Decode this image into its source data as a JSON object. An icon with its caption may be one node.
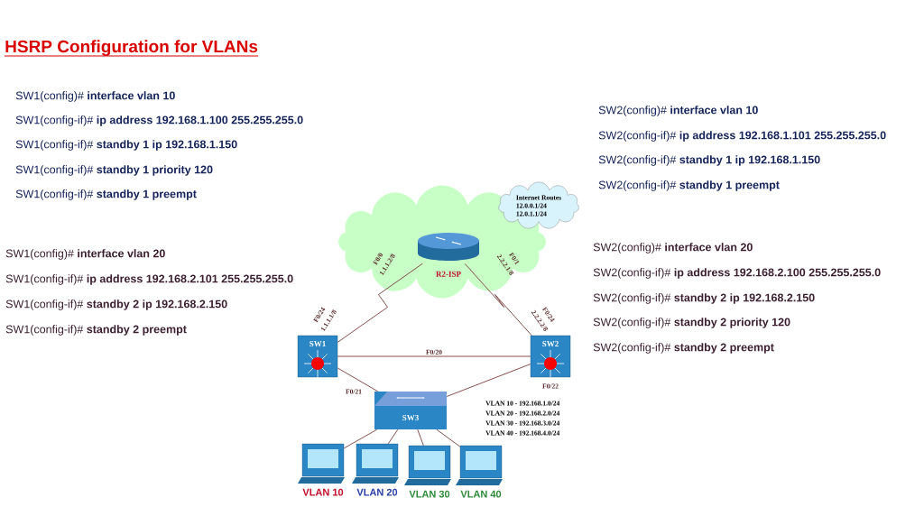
{
  "diagram": {
    "title": "HSRP Configuration for VLANs",
    "nodes": [
      {
        "text": [
          "Internet Routes",
          "12.0.0.1/24",
          "12.0.1.1/24"
        ]
      },
      {
        "text": [],
        "shape": "cloud"
      },
      {
        "text": [
          "R2-ISP"
        ],
        "in": 1
      },
      {
        "text": [
          "SW1"
        ]
      },
      {
        "text": [
          "SW2"
        ]
      },
      {
        "text": [
          "SW3"
        ]
      },
      {
        "text": [
          "VLAN 10"
        ]
      },
      {
        "text": [
          "VLAN 20"
        ]
      },
      {
        "text": [
          "VLAN 30"
        ]
      },
      {
        "text": [
          "VLAN 40"
        ]
      }
    ],
    "edges": [
      {
        "from": 3,
        "to": 2,
        "arrow": "none"
      },
      {
        "from": 2,
        "to": 4,
        "arrow": "none"
      },
      {
        "from": 3,
        "to": 4,
        "arrow": "none",
        "label": "F0/20"
      },
      {
        "from": 3,
        "to": 5,
        "arrow": "none"
      },
      {
        "from": 4,
        "to": 5,
        "arrow": "none"
      },
      {
        "from": 5,
        "to": 6,
        "arrow": "none"
      },
      {
        "from": 5,
        "to": 7,
        "arrow": "none"
      },
      {
        "from": 5,
        "to": 8,
        "arrow": "none"
      },
      {
        "from": 5,
        "to": 9,
        "arrow": "none"
      }
    ],
    "labels": [
      "SW1(config)# **interface vlan 10**",
      "SW1(config-if)# **ip address 192.168.1.100 255.255.255.0**",
      "SW1(config-if)# **standby 1 ip 192.168.1.150**",
      "SW1(config-if)# **standby 1 priority 120**",
      "SW1(config-if)# **standby 1 preempt**",
      "SW2(config)# **interface vlan 10**",
      "SW2(config-if)# **ip address 192.168.1.101 255.255.255.0**",
      "SW2(config-if)# **standby 1 ip 192.168.1.150**",
      "SW2(config-if)# **standby 1 preempt**",
      "SW1(config)# **interface vlan 20**",
      "SW1(config-if)# **ip address 192.168.2.101 255.255.255.0**",
      "SW1(config-if)# **standby 2 ip 192.168.2.150**",
      "SW1(config-if)# **standby 2 preempt**",
      "SW2(config)# **interface vlan 20**",
      "SW2(config-if)# **ip address 192.168.2.100 255.255.255.0**",
      "SW2(config-if)# **standby 2 ip 192.168.2.150**",
      "SW2(config-if)# **standby 2 priority 120**",
      "SW2(config-if)# **standby 2 preempt**",
      "F0/0 1.1.1.2/8",
      "F0/1 2.2.2.1/8",
      "F0/24 1.1.1.1/8",
      "F0/24 2.2.2.2/8",
      "F0/21",
      "F0/22",
      "VLAN 10 - 192.168.1.0/24",
      "VLAN 20 - 192.168.2.0/24",
      "VLAN 30 - 192.168.3.0/24",
      "VLAN 40 - 192.168.4.0/24"
    ]
  }
}
